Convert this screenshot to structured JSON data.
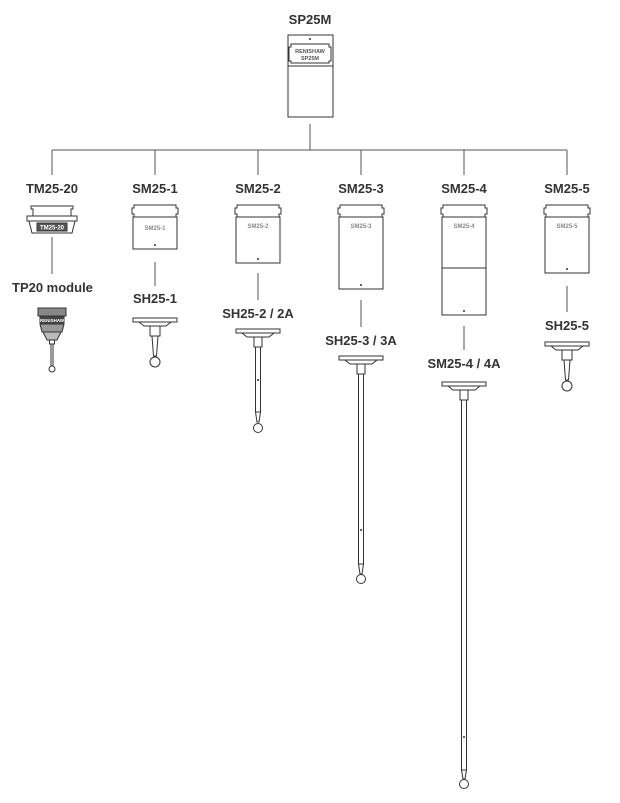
{
  "diagram": {
    "root": {
      "label": "SP25M",
      "plate_text_line1": "RENISHAW",
      "plate_text_line2": "SP25M"
    },
    "branches": [
      {
        "module": "TM25-20",
        "module_text": "TM25-20",
        "stylus_label": "TP20 module",
        "module_text_probe": "RENISHAW"
      },
      {
        "module": "SM25-1",
        "module_text": "SM25-1",
        "stylus_label": "SH25-1"
      },
      {
        "module": "SM25-2",
        "module_text": "SM25-2",
        "stylus_label": "SH25-2 / 2A"
      },
      {
        "module": "SM25-3",
        "module_text": "SM25-3",
        "stylus_label": "SH25-3 / 3A"
      },
      {
        "module": "SM25-4",
        "module_text": "SM25-4",
        "stylus_label": "SM25-4 / 4A"
      },
      {
        "module": "SM25-5",
        "module_text": "SM25-5",
        "stylus_label": "SH25-5"
      }
    ]
  }
}
